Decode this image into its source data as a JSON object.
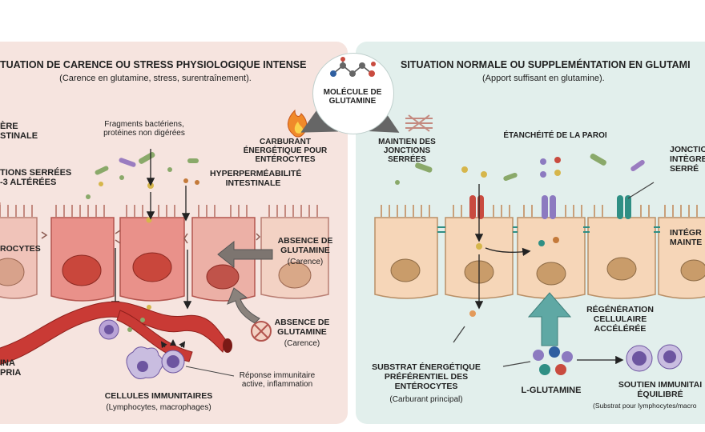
{
  "left": {
    "title": "TUATION DE CARENCE OU STRESS PHYSIOLOGIQUE INTENSE",
    "subtitle": "(Carence en glutamine, stress, surentraînement).",
    "barrier": "ÈRE\nSTINALE",
    "fragments": "Fragments bactériens,\nprotéines non digérées",
    "tight_junctions": "TIONS SERRÉES\n-3 ALTÉRÉES",
    "hyperpermeability": "HYPERPERMÉABILITÉ\nINTESTINALE",
    "fuel": "CARBURANT\nÉNERGÉTIQUE POUR\nENTÉROCYTES",
    "enterocytes": "ROCYTES",
    "absence1": "ABSENCE DE\nGLUTAMINE",
    "absence1_note": "(Carence)",
    "absence2": "ABSENCE DE\nGLUTAMINE",
    "absence2_note": "(Carence)",
    "lamina": "INA\nPRIA",
    "immune_response": "Réponse immunitaire\nactive, inflammation",
    "immune_cells": "CELLULES IMMUNITAIRES",
    "immune_cells_note": "(Lymphocytes, macrophages)"
  },
  "center": {
    "molecule": "MOLÉCULE DE\nGLUTAMINE"
  },
  "right": {
    "title": "SITUATION NORMALE OU SUPPLEMÉNTATION EN GLUTAMI",
    "subtitle": "(Apport suffisant en glutamine).",
    "maintain": "MAINTIEN DES\nJONCTIONS SERRÉES",
    "sealing": "ÉTANCHÉITÉ DE LA PAROI",
    "junctions_integrity": "JONCTIO\nINTÈGRE\nSERRÉ",
    "integrity_maintained": "INTÉGR\nMAINTE",
    "regeneration": "RÉGÉNÉRATION\nCELLULAIRE\nACCÉLÉRÉE",
    "substrate": "SUBSTRAT ÉNERGÉTIQUE\nPRÉFÉRENTIEL DES\nENTÉROCYTES",
    "substrate_note": "(Carburant principal)",
    "lglutamine": "L-GLUTAMINE",
    "immune_support": "SOUTIEN IMMUNITAI\nÉQUILIBRÉ",
    "immune_support_note": "(Substrat pour lymphocytes/macro"
  },
  "colors": {
    "left_bg": "#f6e4df",
    "right_bg": "#e2efec",
    "cell_left": "#f0c3b9",
    "cell_left_inflamed": "#e9918a",
    "cell_right": "#f6d6b8",
    "nucleus_left": "#c9473c",
    "nucleus_right": "#c99c6a",
    "vessel": "#c93a35",
    "arrow_teal": "#5fa8a4",
    "arrow_grey": "#7d7570"
  },
  "icons": [
    "flame-icon",
    "molecule-icon",
    "no-entry-icon",
    "junction-icon",
    "bacteria-icon"
  ]
}
